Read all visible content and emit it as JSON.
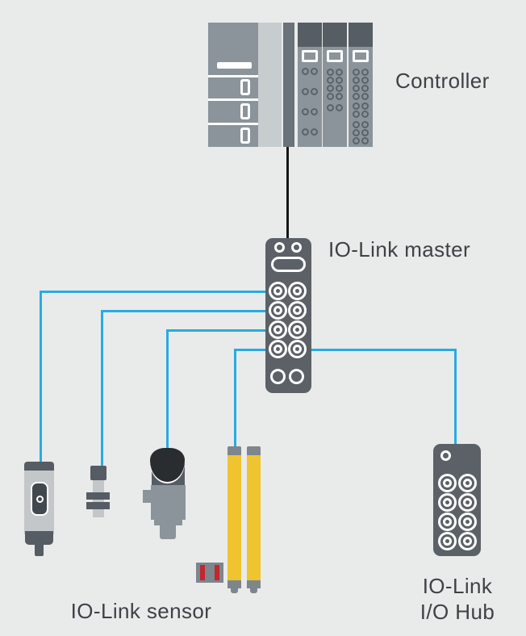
{
  "title": "IO-Link system topology diagram",
  "colors": {
    "bg": "#e9ebea",
    "text": "#3d4247",
    "wire-blue": "#29abe2",
    "wire-black": "#161616",
    "device-dark": "#5b6167",
    "controller-body": "#8b949b",
    "controller-light": "#c7cccf",
    "controller-dark-col": "#6a727a",
    "module-band": "#565d63",
    "module-dot": "#5a626a",
    "sensor-light": "#c3c7ca",
    "sensor-dark": "#555c63",
    "dome-black": "#2a2d30",
    "curtain-yellow": "#eec52f",
    "curtain-cap": "#7e868d",
    "red-accent": "#c1272d"
  },
  "labels": {
    "controller": "Controller",
    "master": "IO-Link master",
    "sensor": "IO-Link sensor",
    "hub_line1": "IO-Link",
    "hub_line2": "I/O Hub"
  },
  "diagram": {
    "nodes": [
      {
        "id": "controller",
        "label": "Controller",
        "type": "plc-controller"
      },
      {
        "id": "io-link-master",
        "label": "IO-Link master",
        "ports": 8
      },
      {
        "id": "photoelectric-sensor",
        "group_label": "IO-Link sensor"
      },
      {
        "id": "inductive-sensor",
        "group_label": "IO-Link sensor"
      },
      {
        "id": "dome-sensor",
        "group_label": "IO-Link sensor"
      },
      {
        "id": "light-curtain",
        "group_label": "IO-Link sensor"
      },
      {
        "id": "io-link-io-hub",
        "label": "IO-Link I/O Hub",
        "ports": 8
      }
    ],
    "connections": [
      {
        "from": "controller",
        "to": "io-link-master",
        "wire": "black"
      },
      {
        "from": "io-link-master",
        "to": "photoelectric-sensor",
        "wire": "blue"
      },
      {
        "from": "io-link-master",
        "to": "inductive-sensor",
        "wire": "blue"
      },
      {
        "from": "io-link-master",
        "to": "dome-sensor",
        "wire": "blue"
      },
      {
        "from": "io-link-master",
        "to": "light-curtain",
        "wire": "blue"
      },
      {
        "from": "io-link-master",
        "to": "io-link-io-hub",
        "wire": "blue"
      }
    ]
  }
}
